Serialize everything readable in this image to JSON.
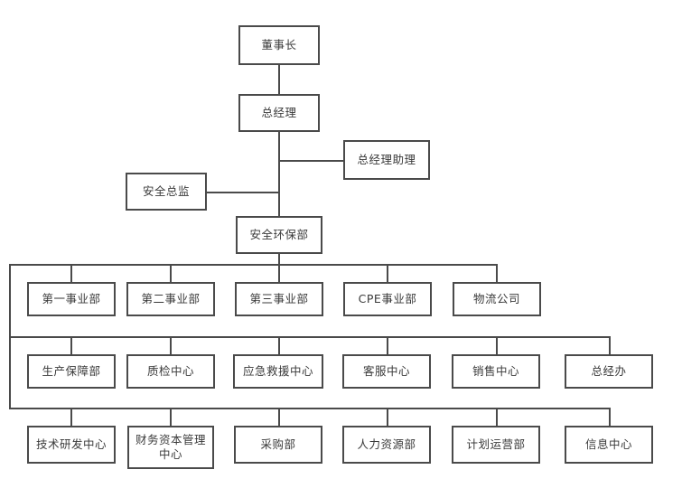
{
  "chart_data": {
    "type": "diagram",
    "title": "",
    "diagram_kind": "organizational-chart",
    "orientation": "top-down",
    "levels": [
      {
        "level": 1,
        "nodes": [
          "董事长"
        ]
      },
      {
        "level": 2,
        "nodes": [
          "总经理"
        ]
      },
      {
        "level": 3,
        "nodes": [
          "总经理助理",
          "安全总监"
        ]
      },
      {
        "level": 4,
        "nodes": [
          "安全环保部"
        ]
      },
      {
        "level": 5,
        "nodes": [
          "第一事业部",
          "第二事业部",
          "第三事业部",
          "CPE事业部",
          "物流公司"
        ]
      },
      {
        "level": 6,
        "nodes": [
          "生产保障部",
          "质检中心",
          "应急救援中心",
          "客服中心",
          "销售中心",
          "总经办"
        ]
      },
      {
        "level": 7,
        "nodes": [
          "技术研发中心",
          "财务资本管理中心",
          "采购部",
          "人力资源部",
          "计划运营部",
          "信息中心"
        ]
      }
    ],
    "edges": [
      [
        "董事长",
        "总经理"
      ],
      [
        "总经理",
        "总经理助理"
      ],
      [
        "总经理",
        "安全总监"
      ],
      [
        "总经理",
        "安全环保部"
      ],
      [
        "安全环保部",
        "第一事业部"
      ],
      [
        "安全环保部",
        "第二事业部"
      ],
      [
        "安全环保部",
        "第三事业部"
      ],
      [
        "安全环保部",
        "CPE事业部"
      ],
      [
        "安全环保部",
        "物流公司"
      ],
      [
        "安全环保部",
        "生产保障部"
      ],
      [
        "安全环保部",
        "质检中心"
      ],
      [
        "安全环保部",
        "应急救援中心"
      ],
      [
        "安全环保部",
        "客服中心"
      ],
      [
        "安全环保部",
        "销售中心"
      ],
      [
        "安全环保部",
        "总经办"
      ],
      [
        "安全环保部",
        "技术研发中心"
      ],
      [
        "安全环保部",
        "财务资本管理中心"
      ],
      [
        "安全环保部",
        "采购部"
      ],
      [
        "安全环保部",
        "人力资源部"
      ],
      [
        "安全环保部",
        "计划运营部"
      ],
      [
        "安全环保部",
        "信息中心"
      ]
    ]
  },
  "colors": {
    "background": "#ffffff",
    "box_border": "#4a4a4a",
    "box_fill": "#ffffff",
    "text": "#3a3a3a",
    "connector": "#4a4a4a"
  },
  "nodes": {
    "chairman": "董事长",
    "general_manager": "总经理",
    "gm_assistant": "总经理助理",
    "safety_director": "安全总监",
    "safety_env_dept": "安全环保部",
    "div1": "第一事业部",
    "div2": "第二事业部",
    "div3": "第三事业部",
    "div_cpe": "CPE事业部",
    "logistics": "物流公司",
    "production_support": "生产保障部",
    "quality_center": "质检中心",
    "emergency_rescue": "应急救援中心",
    "customer_service": "客服中心",
    "sales_center": "销售中心",
    "gm_office": "总经办",
    "rnd_center": "技术研发中心",
    "finance_capital": "财务资本管理中心",
    "procurement": "采购部",
    "human_resources": "人力资源部",
    "planning_ops": "计划运营部",
    "information_center": "信息中心"
  }
}
